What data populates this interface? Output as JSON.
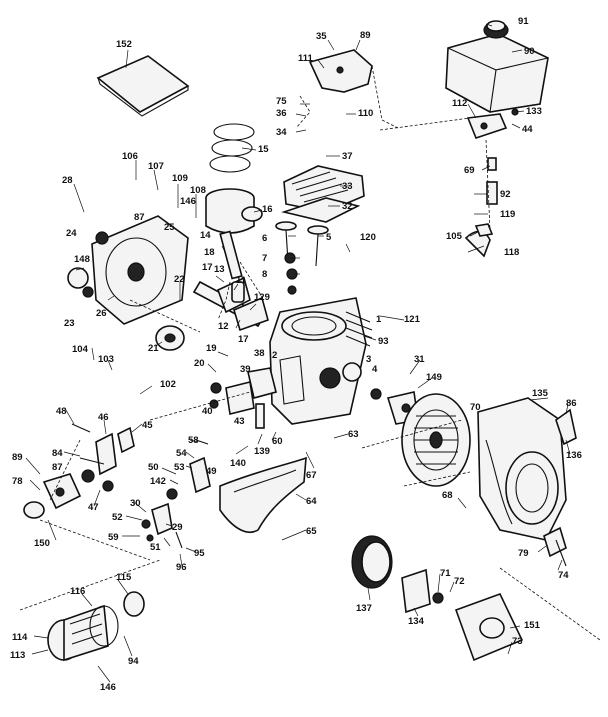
{
  "diagram": {
    "callouts": [
      "152",
      "35",
      "89",
      "91",
      "90",
      "111",
      "75",
      "110",
      "112",
      "133",
      "44",
      "36",
      "34",
      "37",
      "69",
      "33",
      "32",
      "92",
      "119",
      "105",
      "118",
      "28",
      "106",
      "107",
      "109",
      "108",
      "87",
      "146",
      "25",
      "24",
      "148",
      "15",
      "16",
      "14",
      "6",
      "5",
      "120",
      "7",
      "8",
      "18",
      "17",
      "22",
      "13",
      "11",
      "129",
      "121",
      "23",
      "26",
      "12",
      "1",
      "21",
      "93",
      "17",
      "104",
      "103",
      "19",
      "20",
      "2",
      "38",
      "3",
      "4",
      "31",
      "149",
      "135",
      "86",
      "39",
      "102",
      "70",
      "136",
      "40",
      "43",
      "48",
      "45",
      "46",
      "58",
      "84",
      "87",
      "54",
      "53",
      "89",
      "50",
      "140",
      "139",
      "60",
      "63",
      "78",
      "142",
      "49",
      "67",
      "47",
      "30",
      "52",
      "59",
      "29",
      "51",
      "95",
      "96",
      "64",
      "65",
      "68",
      "150",
      "137",
      "79",
      "74",
      "115",
      "116",
      "71",
      "72",
      "134",
      "114",
      "113",
      "94",
      "146",
      "151",
      "73"
    ]
  }
}
